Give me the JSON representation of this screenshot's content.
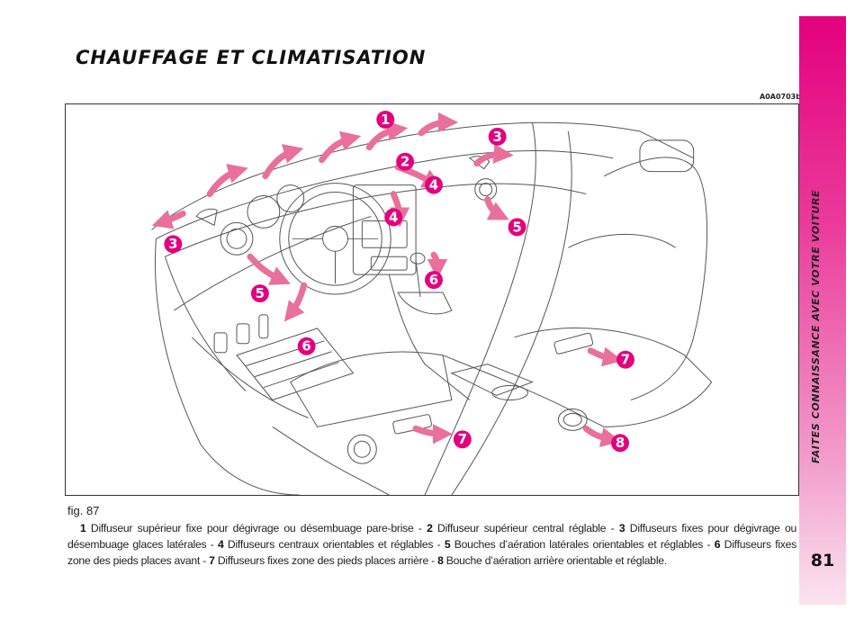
{
  "header": {
    "title": "CHAUFFAGE ET CLIMATISATION",
    "ref_code": "A0A0703b"
  },
  "side_band": {
    "text": "FAITES CONNAISSANCE AVEC VOTRE VOITURE",
    "color": "#e3007e"
  },
  "figure": {
    "label": "fig. 87",
    "arrow_color": "#e8709a",
    "badge_color": "#e3007e",
    "markers": [
      "1",
      "2",
      "3",
      "3",
      "4",
      "4",
      "5",
      "5",
      "6",
      "6",
      "7",
      "7",
      "8"
    ]
  },
  "caption": {
    "items": [
      {
        "num": "1",
        "text": "Diffuseur supérieur fixe pour dégivrage ou désembuage pare-brise - "
      },
      {
        "num": "2",
        "text": "Diffuseur supérieur central réglable - "
      },
      {
        "num": "3",
        "text": "Diffuseurs fixes pour dégivrage ou désembuage glaces latérales - "
      },
      {
        "num": "4",
        "text": "Diffuseurs centraux orientables et réglables - "
      },
      {
        "num": "5",
        "text": "Bouches d’aération latérales orientables et réglables - "
      },
      {
        "num": "6",
        "text": "Diffuseurs fixes zone des pieds places avant - "
      },
      {
        "num": "7",
        "text": "Diffuseurs fixes zone des pieds places arrière - "
      },
      {
        "num": "8",
        "text": "Bouche d’aération arrière orientable et réglable."
      }
    ]
  },
  "footer": {
    "page_number": "81"
  }
}
